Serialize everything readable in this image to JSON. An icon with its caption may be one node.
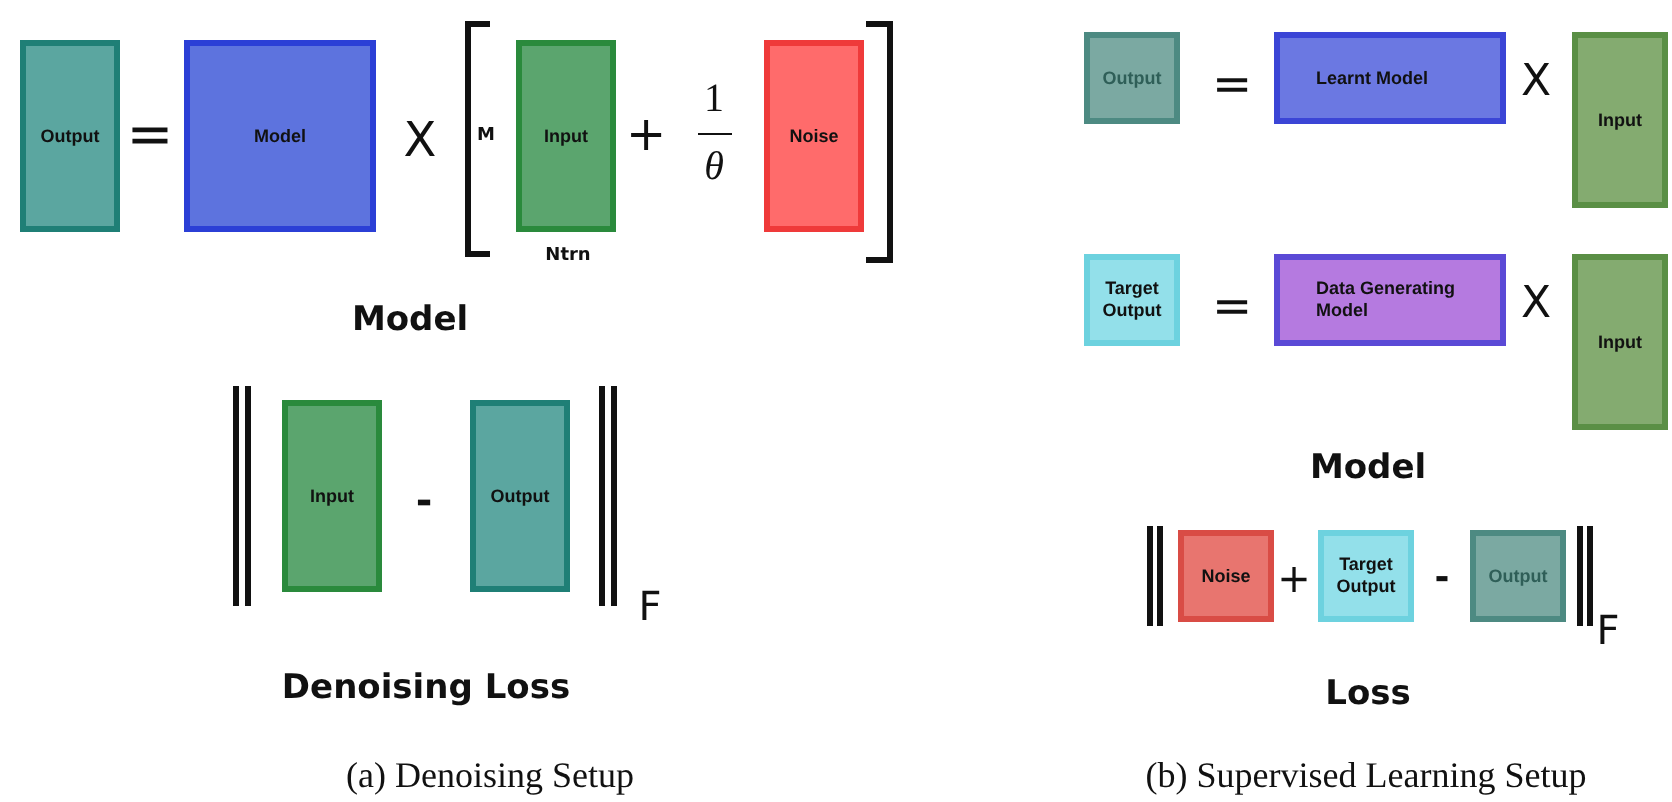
{
  "diagram": {
    "nodes": [
      {
        "text": [
          "Output"
        ]
      },
      {
        "text": [
          "Model"
        ]
      },
      {
        "text": [
          "Input"
        ]
      },
      {
        "text": [
          "Noise"
        ]
      },
      {
        "text": [
          "Input"
        ]
      },
      {
        "text": [
          "Output"
        ]
      },
      {
        "text": [
          "Output"
        ]
      },
      {
        "text": [
          "Learnt Model"
        ]
      },
      {
        "text": [
          "Input"
        ]
      },
      {
        "text": [
          "Target Output"
        ]
      },
      {
        "text": [
          "Data Generating Model"
        ]
      },
      {
        "text": [
          "Input"
        ]
      },
      {
        "text": [
          "Noise"
        ]
      },
      {
        "text": [
          "Target Output"
        ]
      },
      {
        "text": [
          "Output"
        ]
      }
    ],
    "labels": [
      "=",
      "X",
      "M",
      "+",
      "1",
      "θ",
      "Ntrn",
      "Model",
      "-",
      "F",
      "Denoising Loss",
      "(a) Denoising Setup",
      "=",
      "X",
      "=",
      "X",
      "Model",
      "+",
      "-",
      "F",
      "Loss",
      "(b) Supervised Learning Setup"
    ]
  }
}
